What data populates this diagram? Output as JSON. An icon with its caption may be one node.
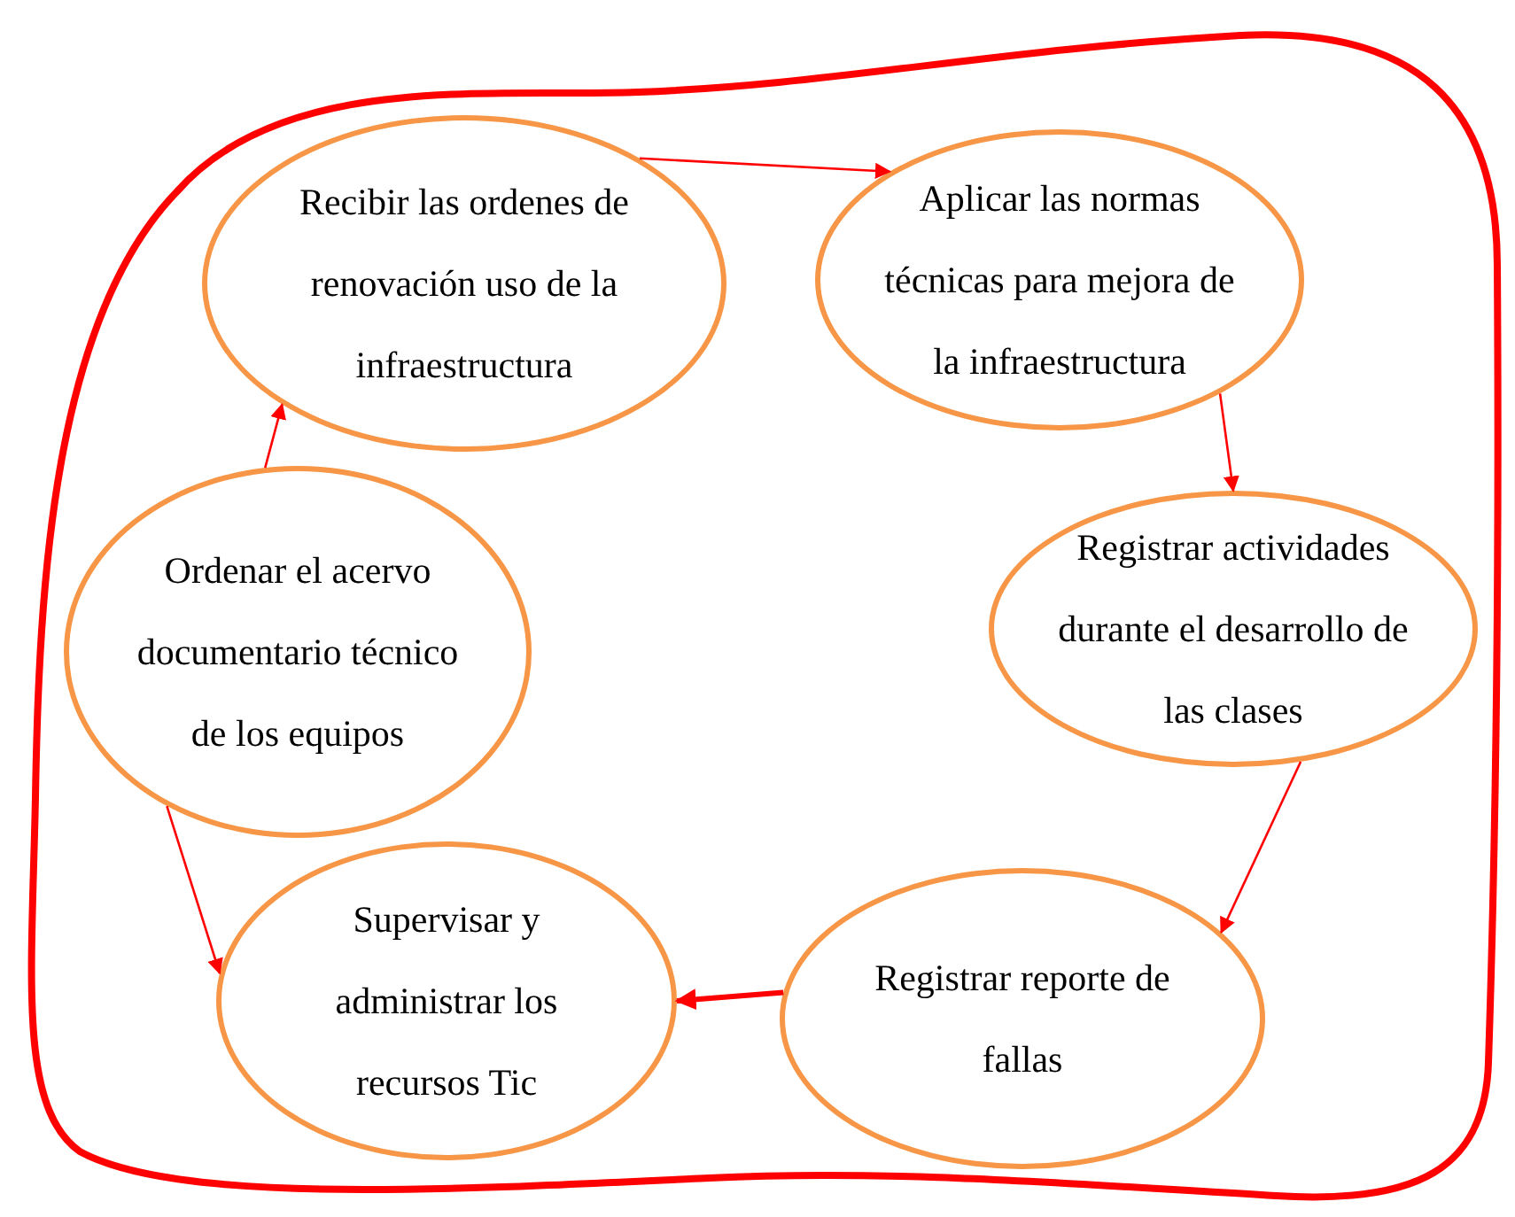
{
  "diagram": {
    "nodes": [
      {
        "text": [],
        "shape": "blob"
      },
      {
        "text": [
          "Recibir las ordenes de renovación uso de la infraestructura"
        ],
        "in": 0
      },
      {
        "text": [
          "Aplicar las normas técnicas para mejora de la infraestructura"
        ],
        "in": 0
      },
      {
        "text": [
          "Registrar actividades durante el desarrollo de las clases"
        ],
        "in": 0
      },
      {
        "text": [
          "Registrar reporte de fallas"
        ],
        "in": 0
      },
      {
        "text": [
          "Supervisar y administrar los recursos Tic"
        ],
        "in": 0
      },
      {
        "text": [
          "Ordenar el acervo documentario técnico de los equipos"
        ],
        "in": 0
      }
    ],
    "edges": [
      {
        "from": 1,
        "to": 2,
        "arrow": "to"
      },
      {
        "from": 2,
        "to": 3,
        "arrow": "to"
      },
      {
        "from": 3,
        "to": 4,
        "arrow": "to"
      },
      {
        "from": 4,
        "to": 5,
        "arrow": "to",
        "style": "thick"
      },
      {
        "from": 6,
        "to": 5,
        "arrow": "to"
      },
      {
        "from": 6,
        "to": 1,
        "arrow": "to"
      }
    ]
  }
}
